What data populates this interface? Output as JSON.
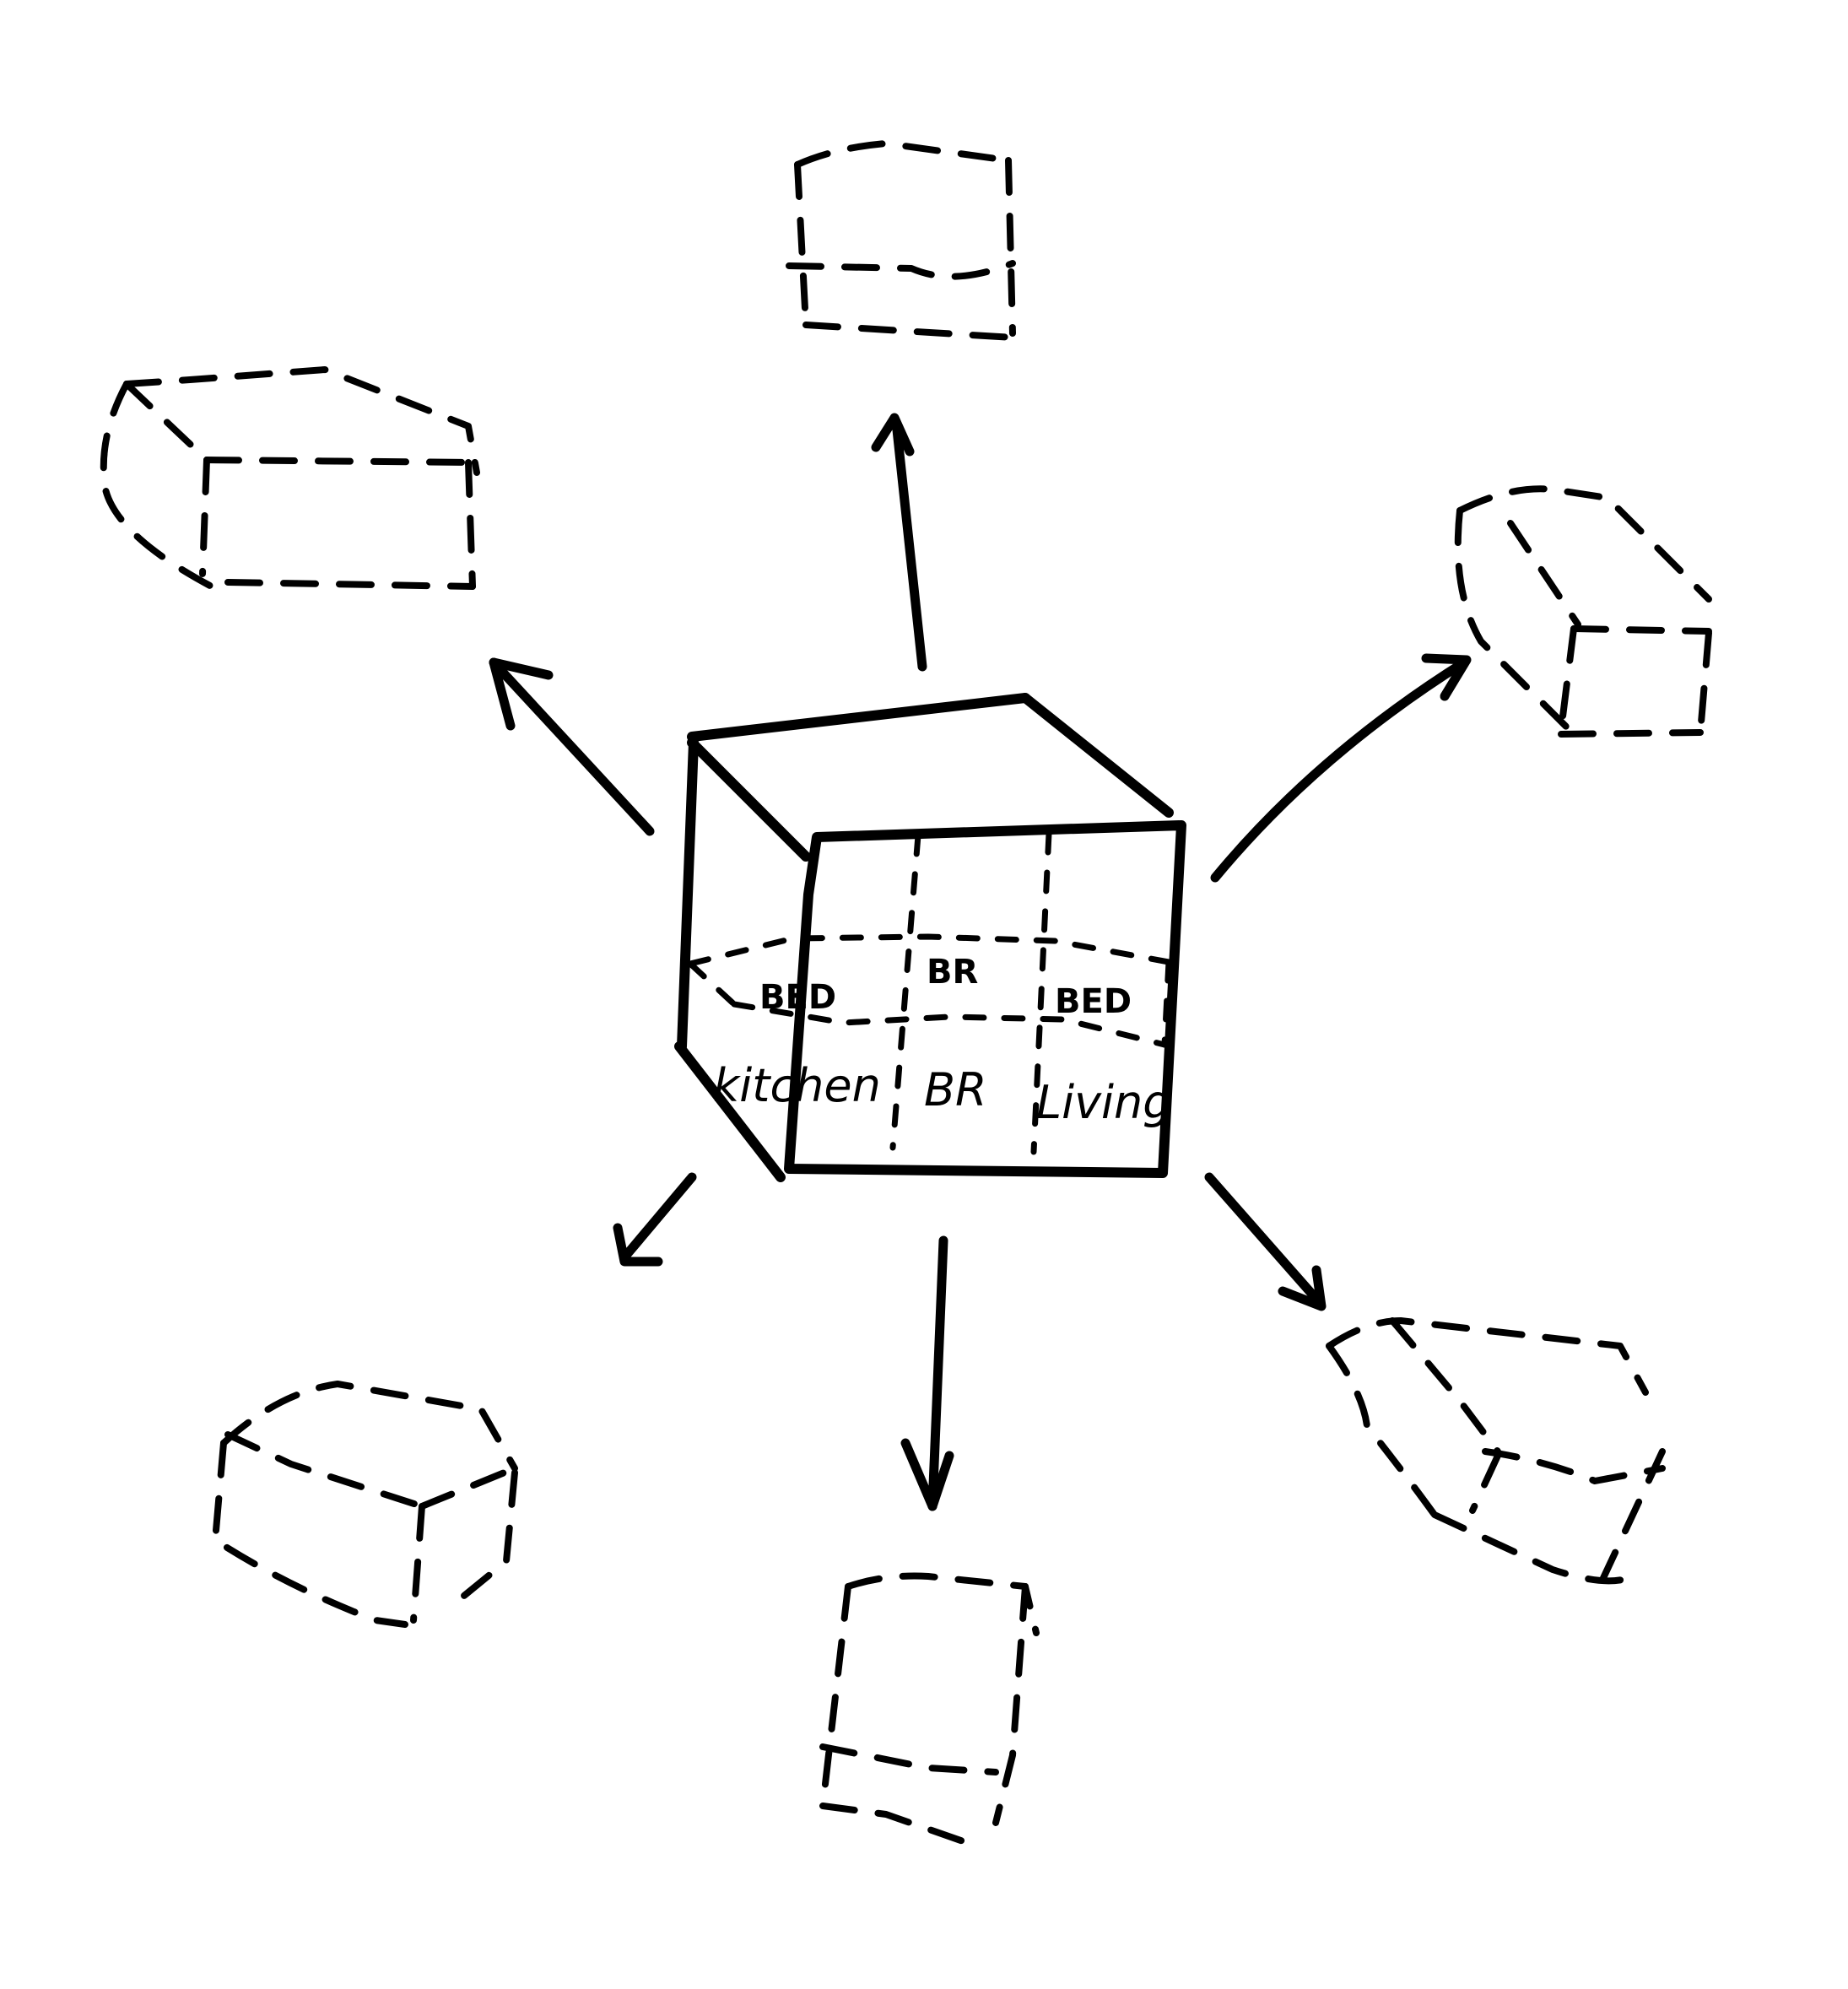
{
  "diagram": {
    "central_cube": {
      "labels_upper": [
        "BED",
        "BR",
        "BED"
      ],
      "labels_lower": [
        "kitchen",
        "BR",
        "Living"
      ]
    },
    "satellite_count": 6
  }
}
